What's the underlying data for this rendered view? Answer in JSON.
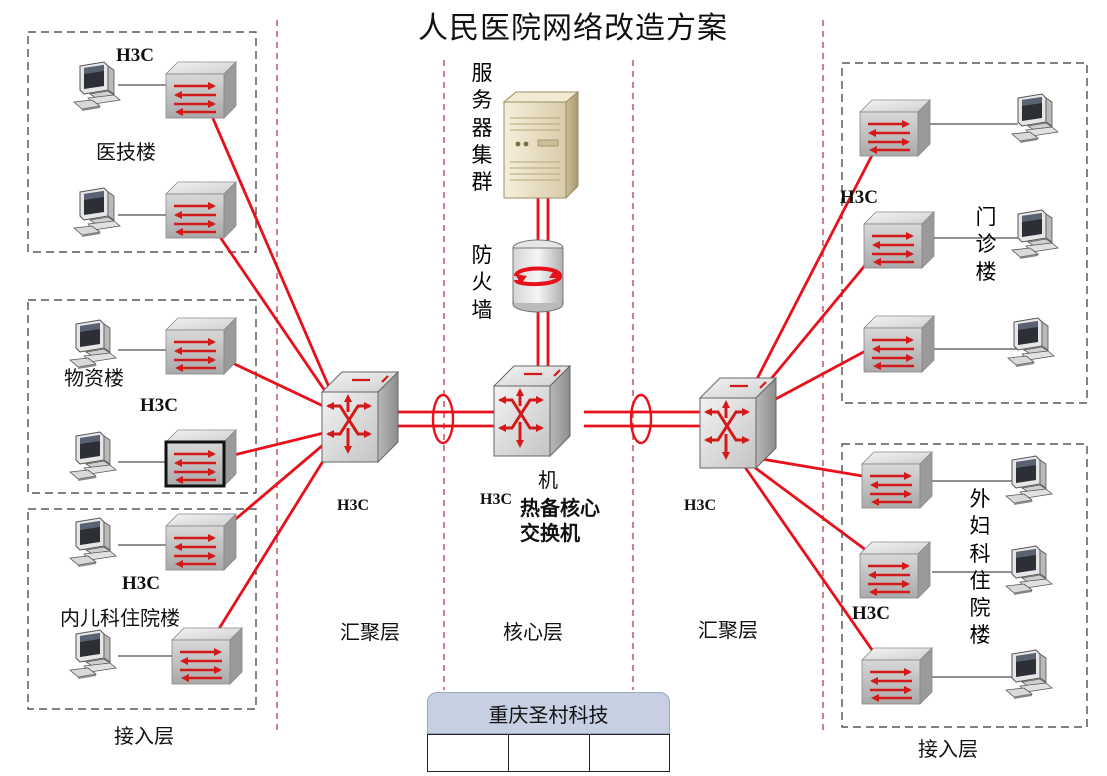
{
  "title": "人民医院网络改造方案",
  "buildings": {
    "yiji": "医技楼",
    "wuzi": "物资楼",
    "neier": "内儿科住院楼",
    "menzhen": "门诊楼",
    "waifu": "外妇科住院楼"
  },
  "center_labels": {
    "server_cluster": "服务器集群",
    "firewall": "防火墙",
    "core_char": "机",
    "core_line1": "热备核心",
    "core_line2": "交换机"
  },
  "brand": "H3C",
  "layers": {
    "access_left": "接入层",
    "agg_left": "汇聚层",
    "core": "核心层",
    "agg_right": "汇聚层",
    "access_right": "接入层"
  },
  "company": "重庆圣村科技",
  "colors": {
    "link": "#e8101a",
    "divider": "#c03848",
    "box_border": "#333333",
    "company_header": "#c7cfe2"
  }
}
